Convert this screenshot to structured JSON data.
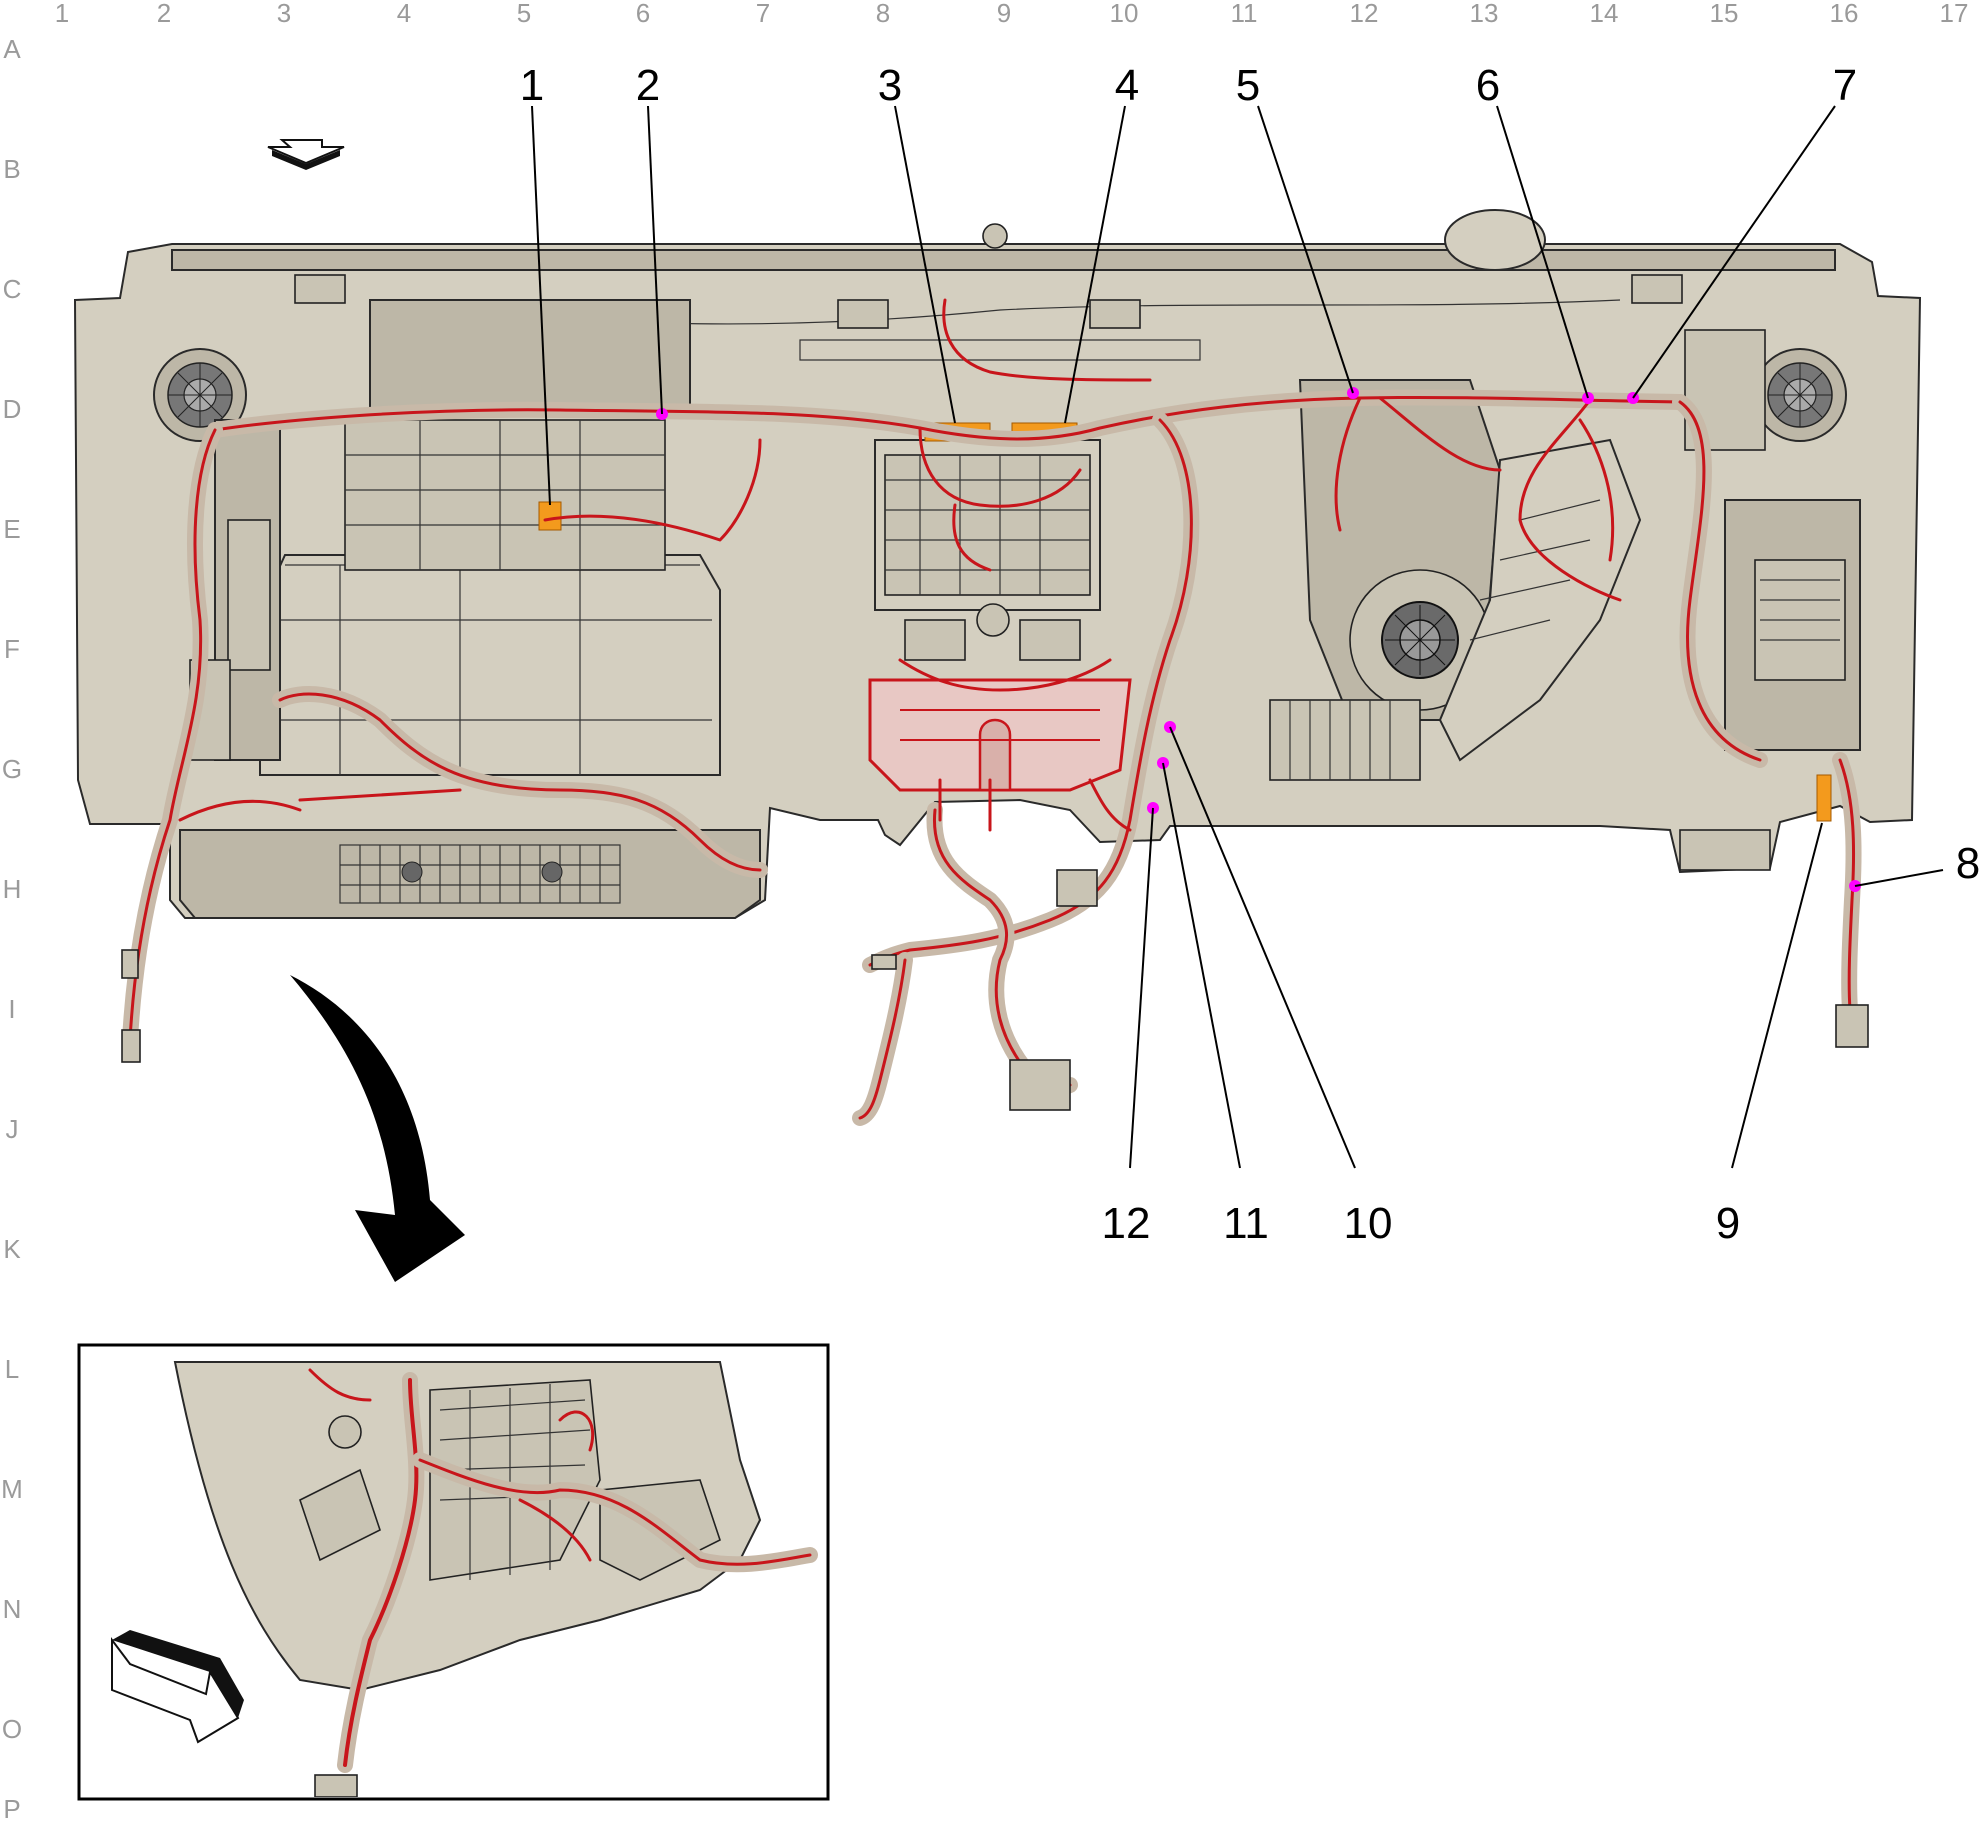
{
  "grid": {
    "columns": [
      "1",
      "2",
      "3",
      "4",
      "5",
      "6",
      "7",
      "8",
      "9",
      "10",
      "11",
      "12",
      "13",
      "14",
      "15",
      "16",
      "17"
    ],
    "rows": [
      "A",
      "B",
      "C",
      "D",
      "E",
      "F",
      "G",
      "H",
      "I",
      "J",
      "K",
      "L",
      "M",
      "N",
      "O",
      "P"
    ]
  },
  "callouts": [
    {
      "id": "1",
      "label": "1"
    },
    {
      "id": "2",
      "label": "2"
    },
    {
      "id": "3",
      "label": "3"
    },
    {
      "id": "4",
      "label": "4"
    },
    {
      "id": "5",
      "label": "5"
    },
    {
      "id": "6",
      "label": "6"
    },
    {
      "id": "7",
      "label": "7"
    },
    {
      "id": "8",
      "label": "8"
    },
    {
      "id": "9",
      "label": "9"
    },
    {
      "id": "10",
      "label": "10"
    },
    {
      "id": "11",
      "label": "11"
    },
    {
      "id": "12",
      "label": "12"
    }
  ],
  "colors": {
    "harness": "#c8151b",
    "panel": "#d4cfc0",
    "pin_marker": "#ff00ff",
    "highlight": "#f39a1d",
    "grid_text": "#9a9a9a"
  },
  "icons": {
    "view_direction": "hollow-arrow-down-icon",
    "detail_pointer": "curved-arrow-icon",
    "inset_view_direction": "hollow-arrow-icon"
  }
}
